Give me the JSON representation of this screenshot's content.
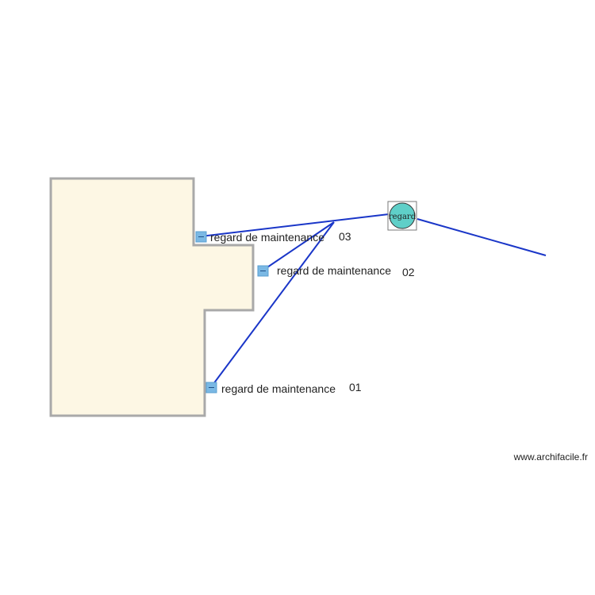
{
  "colors": {
    "building_fill": "#fdf7e4",
    "building_stroke": "#a9a9a9",
    "pipe": "#1a36c8",
    "marker_fill": "#7ab8e4",
    "regard_fill": "#5fcfc8"
  },
  "regard": {
    "label": "regard"
  },
  "maintenance": [
    {
      "label": "regard de maintenance",
      "number": "03"
    },
    {
      "label": "regard de maintenance",
      "number": "02"
    },
    {
      "label": "regard de maintenance",
      "number": "01"
    }
  ],
  "watermark": "www.archifacile.fr"
}
